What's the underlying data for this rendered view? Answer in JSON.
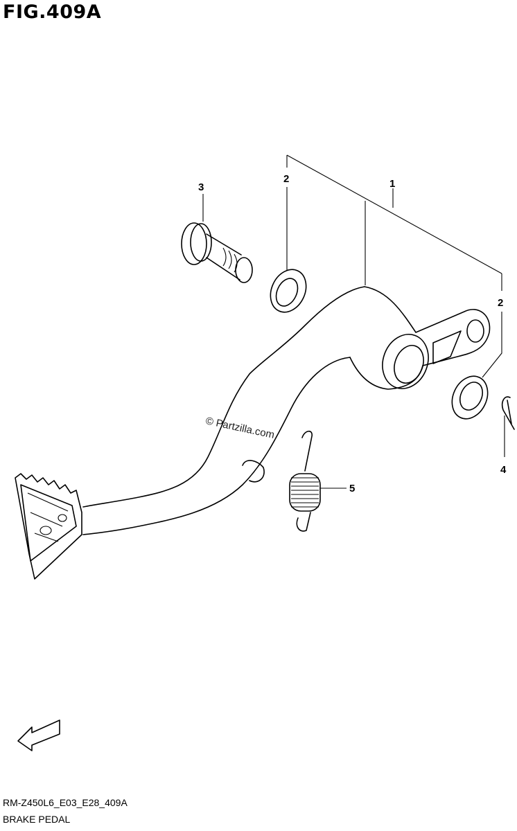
{
  "figure": {
    "title": "FIG.409A",
    "code": "RM-Z450L6_E03_E28_409A",
    "caption": "BRAKE PEDAL",
    "watermark": "© Partzilla.com",
    "direction_label": "FWD"
  },
  "callouts": [
    {
      "id": "part-1",
      "label": "1"
    },
    {
      "id": "part-2a",
      "label": "2"
    },
    {
      "id": "part-2b",
      "label": "2"
    },
    {
      "id": "part-3",
      "label": "3"
    },
    {
      "id": "part-4",
      "label": "4"
    },
    {
      "id": "part-5",
      "label": "5"
    }
  ]
}
